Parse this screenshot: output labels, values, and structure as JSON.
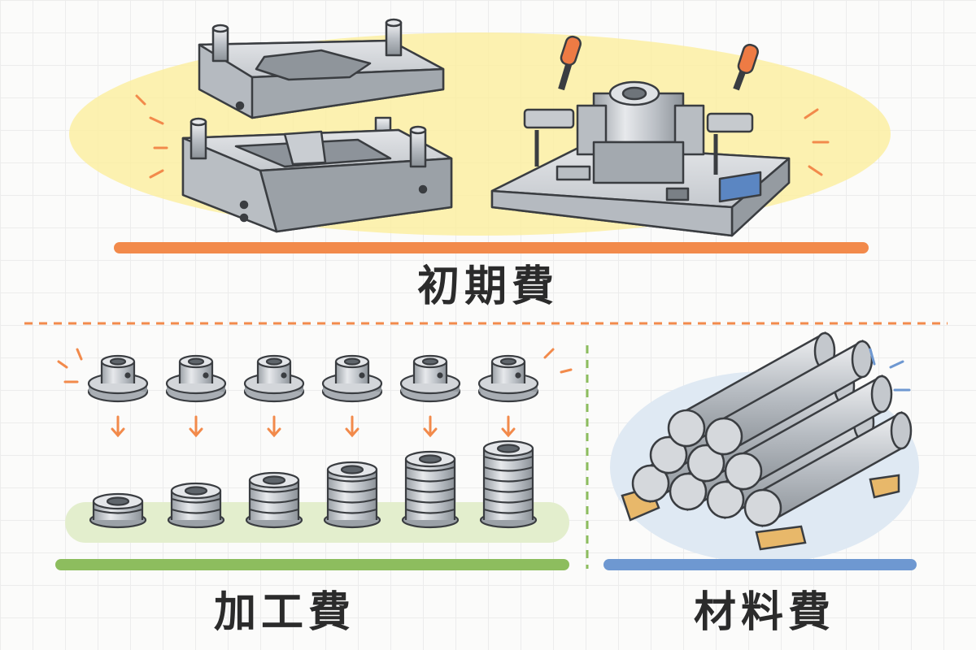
{
  "sections": {
    "initial": {
      "label": "初期費",
      "accent": "#f28a4b",
      "bg": "#fbeea2"
    },
    "processing": {
      "label": "加工費",
      "accent": "#8dbd5e",
      "bg": "#e3eecd"
    },
    "material": {
      "label": "材料費",
      "accent": "#6e98d1",
      "bg": "#dfe9f3"
    }
  },
  "icons": [
    "press-die-icon",
    "clamp-jig-icon",
    "flanged-bushing-icon",
    "bushing-stack-icon",
    "steel-bar-pile-icon",
    "wood-pallet-icon"
  ],
  "stack_layers": [
    1,
    2,
    3,
    4,
    5,
    6
  ]
}
